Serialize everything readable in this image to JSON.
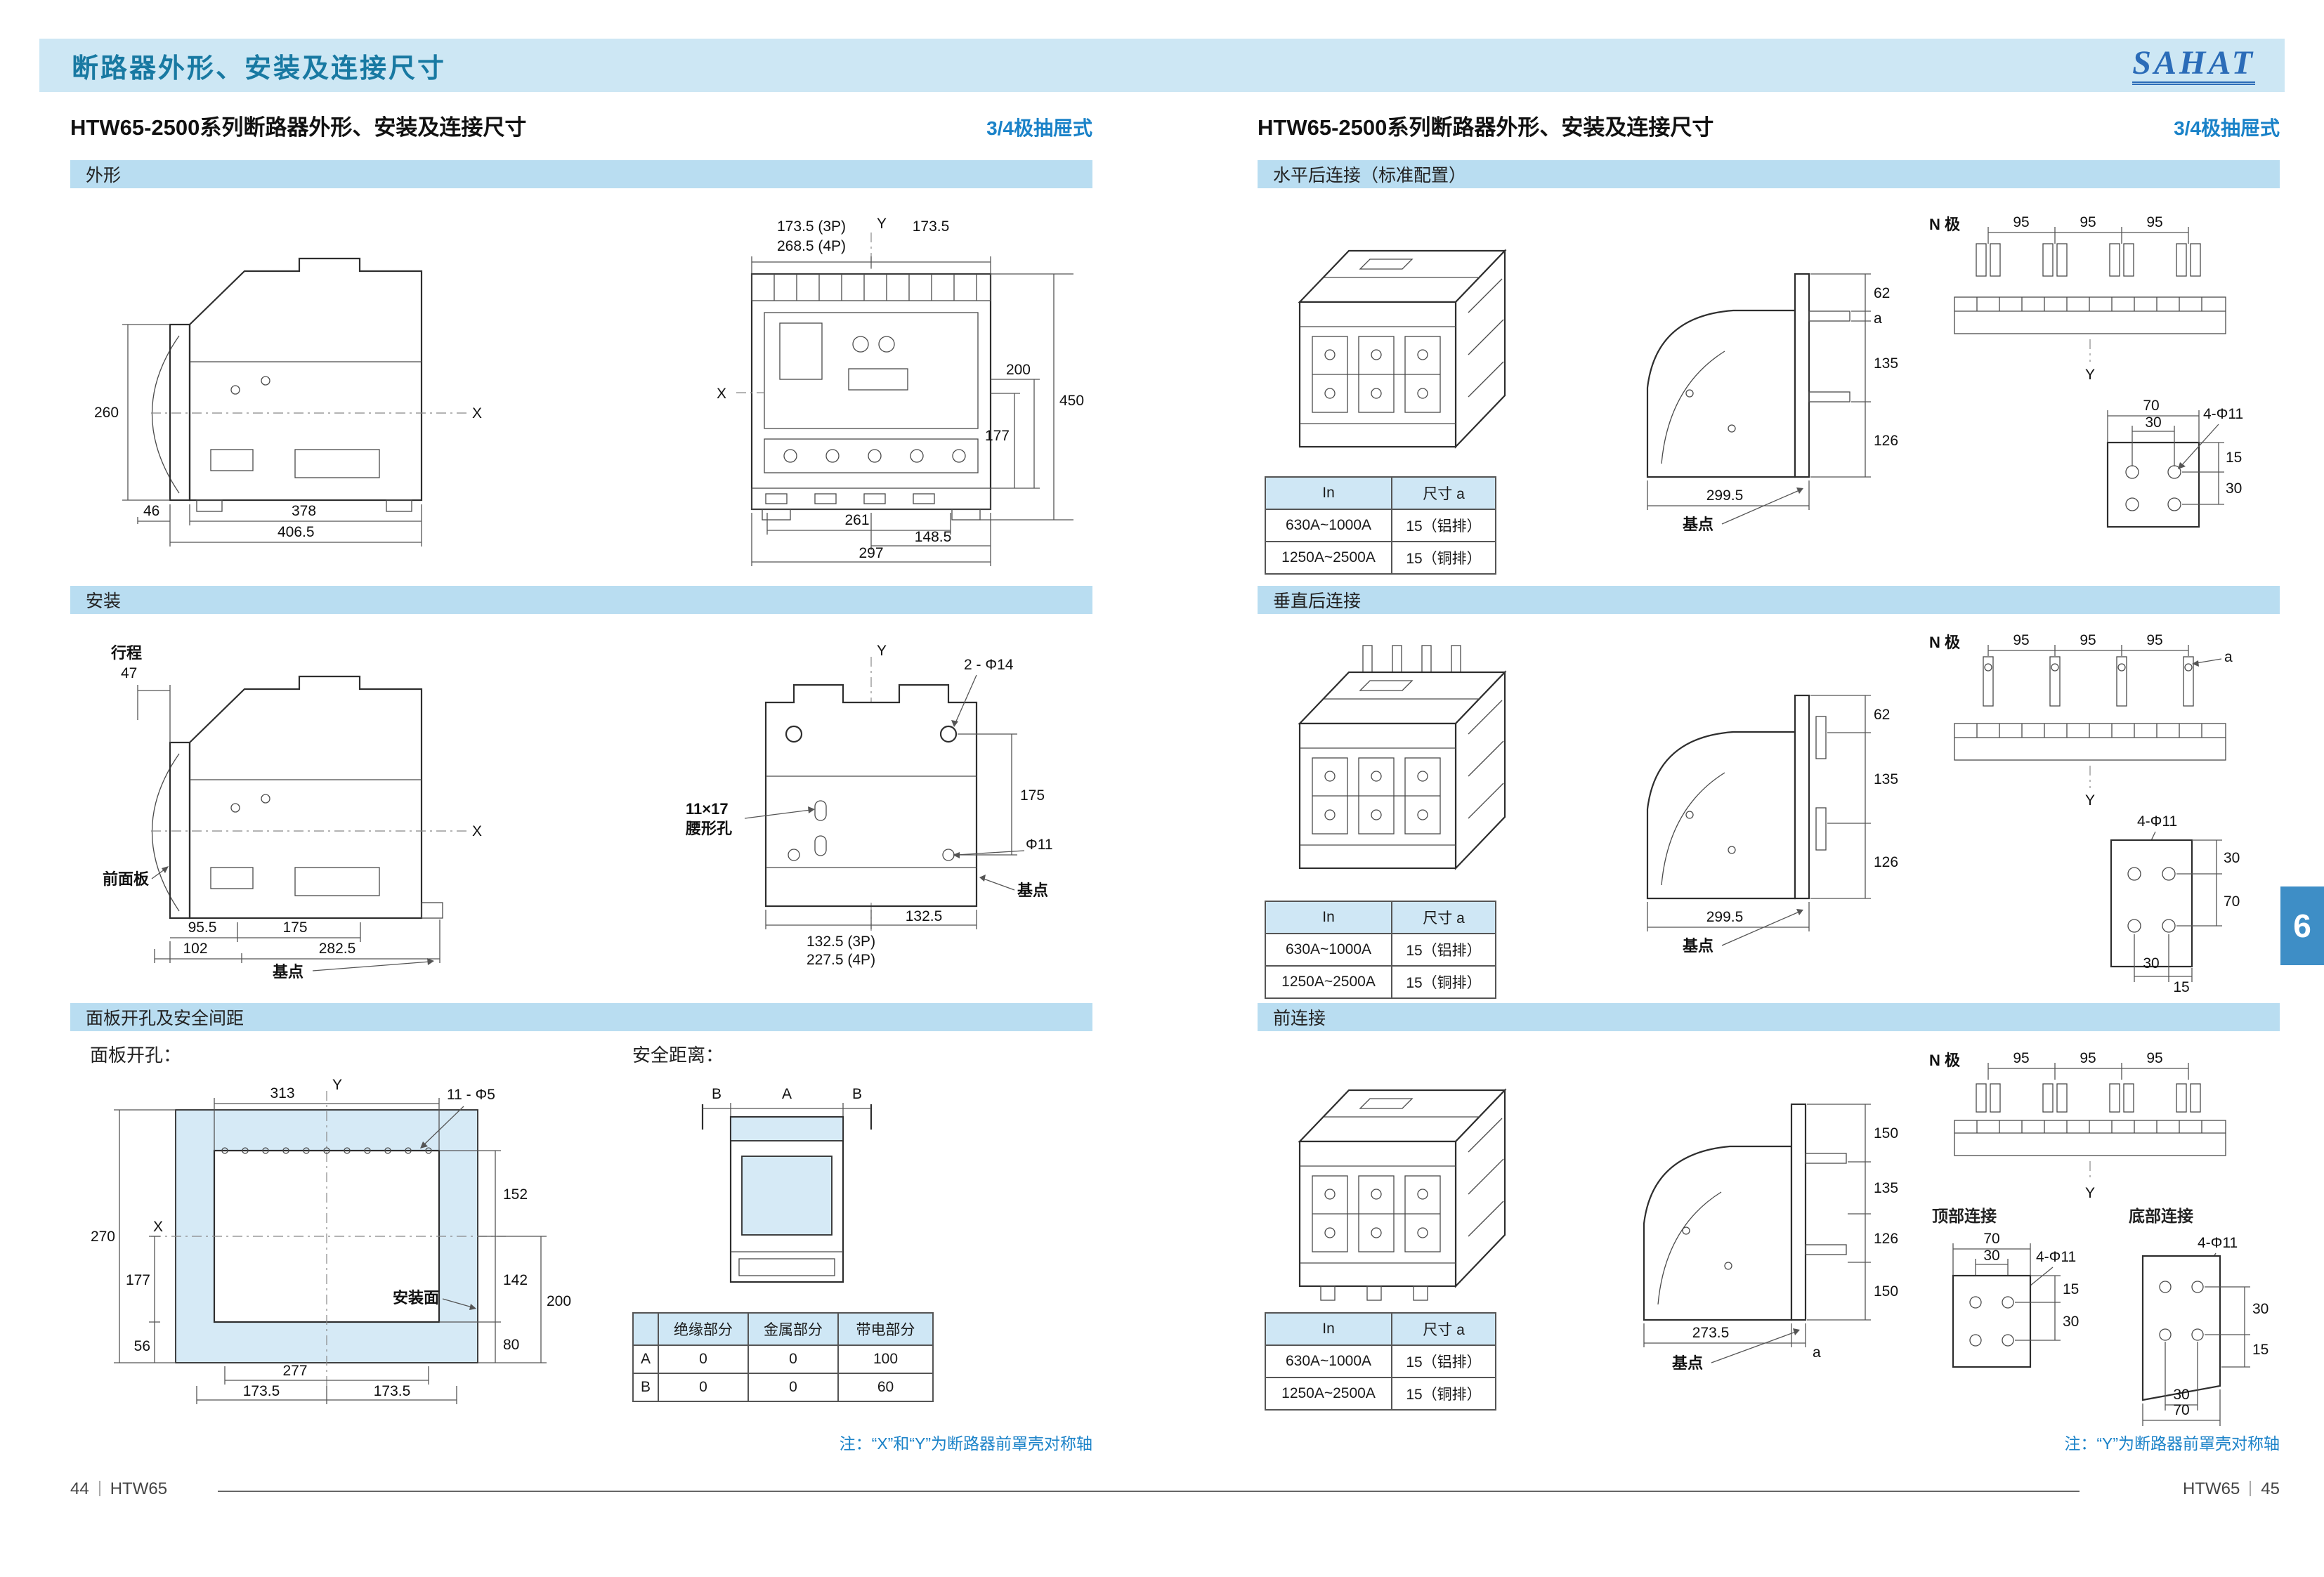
{
  "colors": {
    "header_bar": "#cde7f4",
    "section_bar": "#b9ddf1",
    "accent_title": "#1879a2",
    "blue_text": "#1a82c8",
    "tab_blue": "#3e8ec6",
    "drawing_fill": "#d6eaf6"
  },
  "header": {
    "title": "断路器外形、安装及连接尺寸",
    "logo": "SAHAT"
  },
  "left_page": {
    "title": "HTW65-2500系列断路器外形、安装及连接尺寸",
    "type_label": "3/4极抽屉式",
    "sec_outline": {
      "header": "外形",
      "side": {
        "d260": "260",
        "d46": "46",
        "d378": "378",
        "d406": "406.5",
        "axis_x": "X"
      },
      "front": {
        "w3p": "173.5 (3P)",
        "w4p": "268.5 (4P)",
        "w_right": "173.5",
        "axis_y": "Y",
        "axis_x": "X",
        "h450": "450",
        "h177": "177",
        "h200": "200",
        "b261": "261",
        "b148": "148.5",
        "b297": "297"
      }
    },
    "sec_install": {
      "header": "安装",
      "side": {
        "travel_label": "行程",
        "travel_val": "47",
        "axis_x": "X",
        "front_panel": "前面板",
        "d95": "95.5",
        "d175": "175",
        "d102": "102",
        "d282": "282.5",
        "base": "基点"
      },
      "plate": {
        "axis_y": "Y",
        "holes_top": "2 - Φ14",
        "d175": "175",
        "base": "基点",
        "slot_size": "11×17",
        "slot_name": "腰形孔",
        "d11": "Φ11",
        "w3p": "132.5 (3P)",
        "w4p": "227.5 (4P)",
        "w_right": "132.5"
      }
    },
    "sec_panel": {
      "header": "面板开孔及安全间距",
      "cutout_title": "面板开孔：",
      "cutout": {
        "w313": "313",
        "holes": "11 - Φ5",
        "axis_y": "Y",
        "axis_x": "X",
        "h152": "152",
        "h142": "142",
        "h200": "200",
        "h270": "270",
        "h177": "177",
        "mount_face": "安装面",
        "d56": "56",
        "d80": "80",
        "w277": "277",
        "w173a": "173.5",
        "w173b": "173.5"
      },
      "safety_title": "安全距离：",
      "safety": {
        "b_left": "B",
        "a_mid": "A",
        "b_right": "B"
      },
      "table": {
        "col_ins": "绝缘部分",
        "col_metal": "金属部分",
        "col_live": "带电部分",
        "rows": [
          {
            "name": "A",
            "ins": "0",
            "metal": "0",
            "live": "100"
          },
          {
            "name": "B",
            "ins": "0",
            "metal": "0",
            "live": "60"
          }
        ]
      }
    },
    "note": "注：“X”和“Y”为断路器前罩壳对称轴",
    "footer": {
      "page": "44",
      "model": "HTW65"
    }
  },
  "right_page": {
    "title": "HTW65-2500系列断路器外形、安装及连接尺寸",
    "type_label": "3/4极抽屉式",
    "side_tab": "6",
    "sec_horizontal": {
      "header": "水平后连接（标准配置）",
      "busbar": {
        "n_pole": "N 极",
        "p1": "95",
        "p2": "95",
        "p3": "95",
        "axis_y": "Y"
      },
      "profile": {
        "d62": "62",
        "da": "a",
        "d135": "135",
        "d126": "126",
        "d299": "299.5",
        "base": "基点"
      },
      "holes": {
        "d70": "70",
        "d30": "30",
        "label": "4-Φ11",
        "d15": "15",
        "d30b": "30"
      },
      "table": {
        "col_in": "In",
        "col_a": "尺寸 a",
        "rows": [
          {
            "in": "630A~1000A",
            "a": "15（铝排）"
          },
          {
            "in": "1250A~2500A",
            "a": "15（铜排）"
          }
        ]
      }
    },
    "sec_vertical": {
      "header": "垂直后连接",
      "busbar": {
        "n_pole": "N 极",
        "p1": "95",
        "p2": "95",
        "p3": "95",
        "da": "a",
        "axis_y": "Y"
      },
      "profile": {
        "d62": "62",
        "d135": "135",
        "d126": "126",
        "d299": "299.5",
        "base": "基点"
      },
      "holes": {
        "label": "4-Φ11",
        "d30": "30",
        "d70": "70",
        "b30": "30",
        "b15": "15"
      },
      "table": {
        "col_in": "In",
        "col_a": "尺寸 a",
        "rows": [
          {
            "in": "630A~1000A",
            "a": "15（铝排）"
          },
          {
            "in": "1250A~2500A",
            "a": "15（铜排）"
          }
        ]
      }
    },
    "sec_front": {
      "header": "前连接",
      "busbar": {
        "n_pole": "N 极",
        "p1": "95",
        "p2": "95",
        "p3": "95",
        "axis_y": "Y"
      },
      "profile": {
        "d150a": "150",
        "d135": "135",
        "d126": "126",
        "d150b": "150",
        "d273": "273.5",
        "da": "a",
        "base": "基点"
      },
      "top_conn": {
        "title": "顶部连接",
        "d70": "70",
        "d30": "30",
        "label": "4-Φ11",
        "d15": "15",
        "d30b": "30"
      },
      "bottom_conn": {
        "title": "底部连接",
        "label": "4-Φ11",
        "d30": "30",
        "d15": "15",
        "b30": "30",
        "b70": "70"
      },
      "table": {
        "col_in": "In",
        "col_a": "尺寸 a",
        "rows": [
          {
            "in": "630A~1000A",
            "a": "15（铝排）"
          },
          {
            "in": "1250A~2500A",
            "a": "15（铜排）"
          }
        ]
      }
    },
    "note": "注：“Y”为断路器前罩壳对称轴",
    "footer": {
      "model": "HTW65",
      "page": "45"
    }
  }
}
